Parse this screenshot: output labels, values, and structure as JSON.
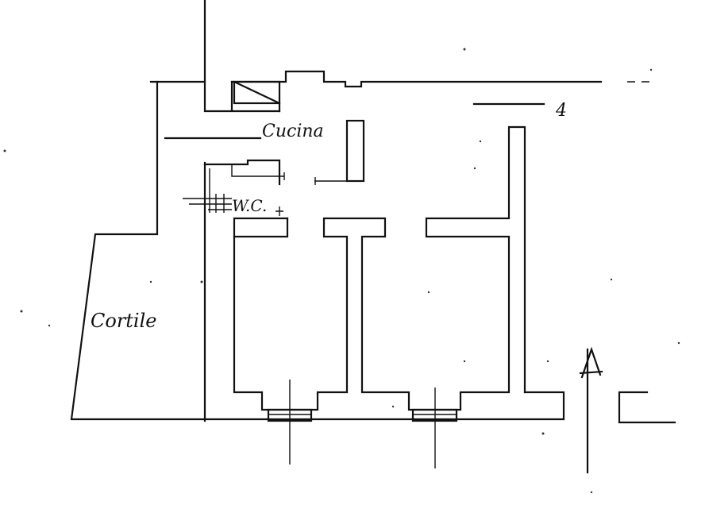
{
  "drawing": {
    "labels": {
      "kitchen": "Cucina",
      "wc": "W.C.",
      "courtyard": "Cortile",
      "number": "4"
    },
    "colors": {
      "ink": "#111111",
      "paper": "#ffffff"
    },
    "icons": {
      "north_arrow": "north-arrow-icon",
      "stair": "stair-icon"
    }
  }
}
